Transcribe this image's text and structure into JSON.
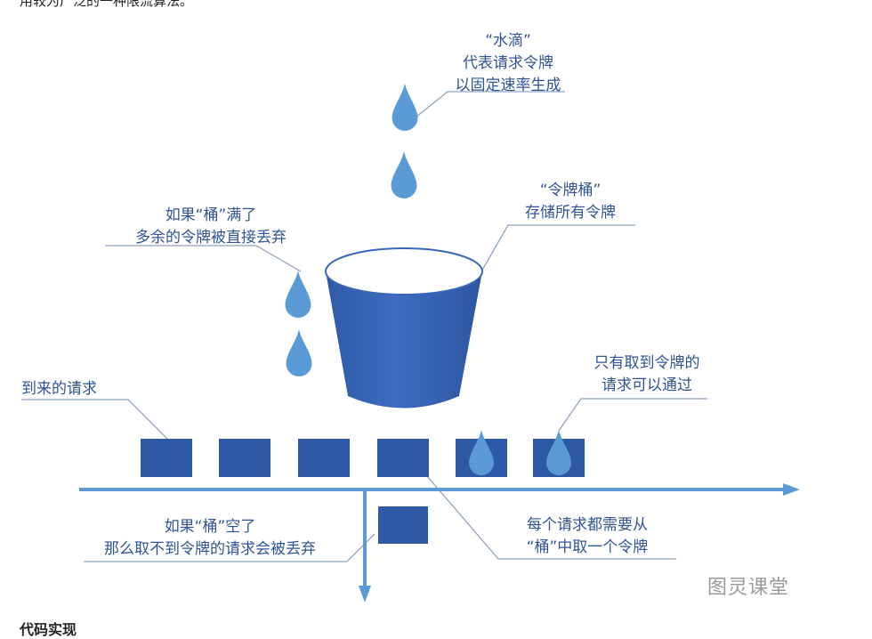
{
  "page": {
    "top_text": "用较为广泛的一种限流算法。",
    "bottom_text": "代码实现"
  },
  "labels": {
    "water_drop": [
      "“水滴”",
      "代表请求令牌",
      "以固定速率生成"
    ],
    "token_bucket": [
      "“令牌桶”",
      "存储所有令牌"
    ],
    "bucket_full": [
      "如果“桶”满了",
      "多余的令牌被直接丢弃"
    ],
    "arriving_requests": [
      "到来的请求"
    ],
    "only_with_token": [
      "只有取到令牌的",
      "请求可以通过"
    ],
    "bucket_empty": [
      "如果“桶”空了",
      "那么取不到令牌的请求会被丢弃"
    ],
    "each_request": [
      "每个请求都需要从",
      "“桶”中取一个令牌"
    ]
  },
  "watermark": "图灵课堂",
  "colors": {
    "label": "#2f5496",
    "request_box": "#2e59a6",
    "drop": "#5b9bd5",
    "arrow": "#5b9bd5",
    "bucket": "#3a66b8",
    "leader": "#8fa3bf"
  },
  "icons": [
    "water-drop-icon",
    "bucket-icon",
    "request-box-icon",
    "arrow-icon"
  ]
}
